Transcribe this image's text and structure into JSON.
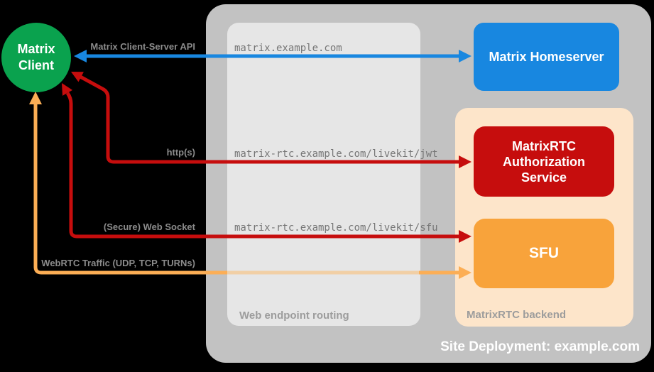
{
  "site": {
    "label": "Site Deployment: example.com"
  },
  "routing": {
    "label": "Web endpoint routing",
    "endpoints": [
      "matrix.example.com",
      "matrix-rtc.example.com/livekit/jwt",
      "matrix-rtc.example.com/livekit/sfu"
    ]
  },
  "backend": {
    "label": "MatrixRTC backend"
  },
  "client": {
    "lines": [
      "Matrix",
      "Client"
    ]
  },
  "homeserver": {
    "label": "Matrix Homeserver"
  },
  "auth_service": {
    "lines": [
      "MatrixRTC",
      "Authorization",
      "Service"
    ]
  },
  "sfu": {
    "label": "SFU"
  },
  "arrows": [
    {
      "id": "client-server-api",
      "label": "Matrix Client-Server API",
      "from": "Matrix Client",
      "to": "Matrix Homeserver",
      "bidirectional": true,
      "color": "#1887e0"
    },
    {
      "id": "https",
      "label": "http(s)",
      "from": "Matrix Client",
      "to": "MatrixRTC Authorization Service",
      "bidirectional": true,
      "color": "#c60d0d"
    },
    {
      "id": "websocket",
      "label": "(Secure) Web Socket",
      "from": "Matrix Client",
      "to": "SFU",
      "bidirectional": true,
      "color": "#c60d0d"
    },
    {
      "id": "webrtc",
      "label": "WebRTC Traffic (UDP, TCP, TURNs)",
      "from": "Matrix Client",
      "to": "SFU",
      "bidirectional": true,
      "color": "#fcae55"
    }
  ],
  "colors": {
    "green": "#0aa24e",
    "blue": "#1887e0",
    "red": "#c60d0d",
    "orange_box": "#f8a33b",
    "orange_arrow": "#fcae55",
    "orange_arrow_faded": "#f1cfa5",
    "peach": "#fde5ca",
    "outer_gray": "#c2c2c2",
    "inner_gray": "#e6e6e6",
    "label_gray": "#8b8b8b",
    "container_label_gray": "#9c9c9c",
    "url_gray": "#767676",
    "white": "#ffffff",
    "background": "#000000"
  }
}
